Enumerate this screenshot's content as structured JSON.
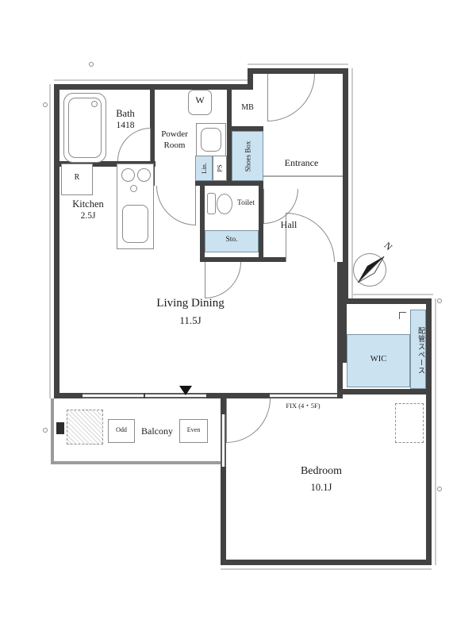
{
  "rooms": {
    "bath": {
      "name": "Bath",
      "size": "1418"
    },
    "powder_room": {
      "name": "Powder Room"
    },
    "meter_box": {
      "name": "MB"
    },
    "entrance": {
      "name": "Entrance"
    },
    "shoes_box": {
      "name": "Shoes Box"
    },
    "linen": {
      "name": "Lin."
    },
    "pipe_shaft": {
      "name": "PS"
    },
    "kitchen": {
      "name": "Kitchen",
      "size": "2.5J"
    },
    "toilet": {
      "name": "Toilet"
    },
    "storage": {
      "name": "Sto."
    },
    "hall": {
      "name": "Hall"
    },
    "living_dining": {
      "name": "Living Dining",
      "size": "11.5J"
    },
    "balcony": {
      "name": "Balcony"
    },
    "bedroom": {
      "name": "Bedroom",
      "size": "10.1J"
    },
    "wic": {
      "name": "WIC"
    },
    "pipe_space": {
      "name": "配管スペース"
    }
  },
  "annotations": {
    "fix_window": "FIX (4・5F)",
    "balcony_odd": "Odd",
    "balcony_even": "Even",
    "compass_north": "N",
    "washing_machine": "W",
    "refrigerator": "R"
  },
  "colors": {
    "wall": "#424242",
    "storage_fill": "#cbe2f0",
    "outline": "#8b8b8b"
  }
}
